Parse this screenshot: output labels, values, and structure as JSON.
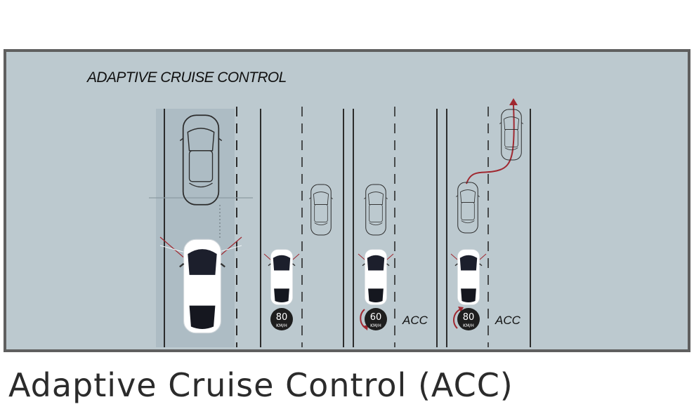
{
  "diagram": {
    "title": "ADAPTIVE CRUISE CONTROL",
    "panels": [
      {
        "speed": "80",
        "unit": "KM/H",
        "mode": ""
      },
      {
        "speed": "60",
        "unit": "KM/H",
        "mode": "ACC"
      },
      {
        "speed": "80",
        "unit": "KM/H",
        "mode": "ACC"
      }
    ]
  },
  "caption": "Adaptive Cruise Control (ACC)",
  "colors": {
    "frame": "#5f5f5f",
    "road": "#bcc9cf",
    "highlight": "#adbcc4",
    "lane_line": "#2c2c2c",
    "path_red": "#a02830",
    "badge": "#1e1e1e",
    "sensor": "#1d2a4a"
  }
}
